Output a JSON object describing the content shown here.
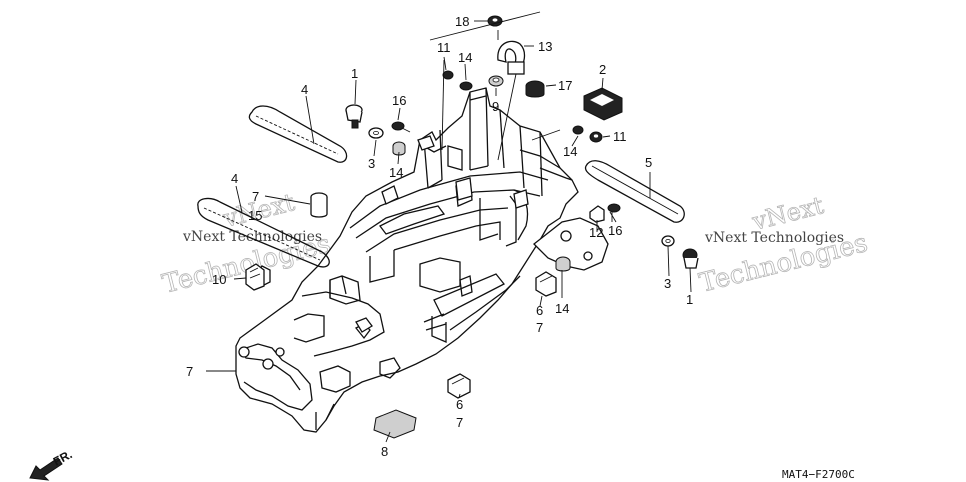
{
  "callouts": [
    {
      "id": "c18",
      "label": "18"
    },
    {
      "id": "c11a",
      "label": "11"
    },
    {
      "id": "c14a",
      "label": "14"
    },
    {
      "id": "c13",
      "label": "13"
    },
    {
      "id": "c9",
      "label": "9"
    },
    {
      "id": "c17",
      "label": "17"
    },
    {
      "id": "c2",
      "label": "2"
    },
    {
      "id": "c1a",
      "label": "1"
    },
    {
      "id": "c4a",
      "label": "4"
    },
    {
      "id": "c16a",
      "label": "16"
    },
    {
      "id": "c3a",
      "label": "3"
    },
    {
      "id": "c14b",
      "label": "14"
    },
    {
      "id": "c11b",
      "label": "11"
    },
    {
      "id": "c14c",
      "label": "14"
    },
    {
      "id": "c5",
      "label": "5"
    },
    {
      "id": "c4b",
      "label": "4"
    },
    {
      "id": "c7a",
      "label": "7"
    },
    {
      "id": "c15",
      "label": "15"
    },
    {
      "id": "c12",
      "label": "12"
    },
    {
      "id": "c16b",
      "label": "16"
    },
    {
      "id": "c10",
      "label": "10"
    },
    {
      "id": "c6a",
      "label": "6"
    },
    {
      "id": "c7b",
      "label": "7"
    },
    {
      "id": "c14d",
      "label": "14"
    },
    {
      "id": "c3b",
      "label": "3"
    },
    {
      "id": "c1b",
      "label": "1"
    },
    {
      "id": "c7c",
      "label": "7"
    },
    {
      "id": "c6b",
      "label": "6"
    },
    {
      "id": "c7d",
      "label": "7"
    },
    {
      "id": "c8",
      "label": "8"
    }
  ],
  "watermarks": {
    "left_small": "vNext Technologies",
    "left_large_1": "vNext",
    "left_large_2": "Technologies",
    "right_small": "vNext Technologies",
    "right_large_1": "vNext",
    "right_large_2": "Technologies"
  },
  "direction_label": "FR.",
  "diagram_code": "MAT4−F2700C"
}
